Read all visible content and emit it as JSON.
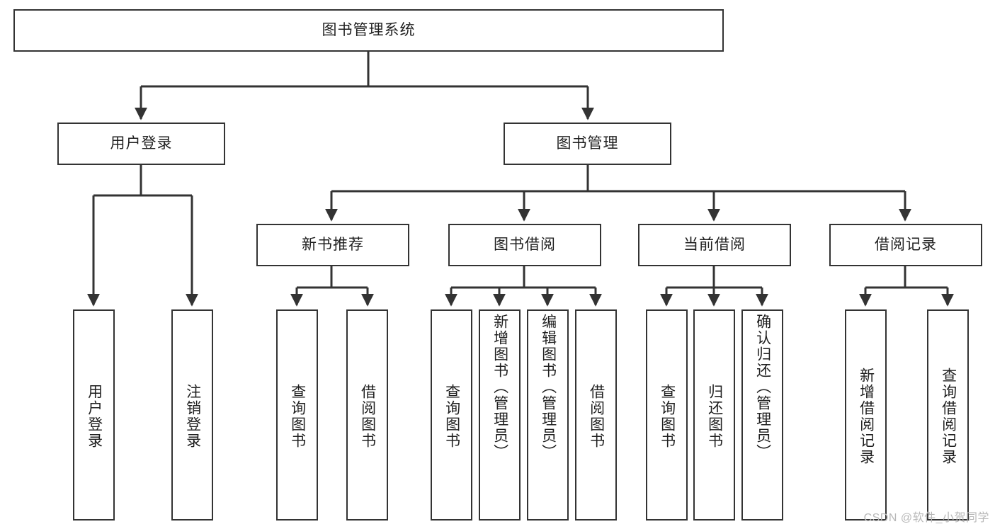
{
  "diagram": {
    "type": "tree-hierarchy",
    "title": "图书管理系统",
    "watermark": "CSDN @软件_小贺同学",
    "colors": {
      "box_border": "#333333",
      "box_fill": "#ffffff",
      "connector": "#333333",
      "text": "#1f1f1f",
      "watermark": "#b8b8b8"
    },
    "root": {
      "label": "图书管理系统"
    },
    "level1": [
      {
        "label": "用户登录"
      },
      {
        "label": "图书管理"
      }
    ],
    "level2": [
      {
        "label": "新书推荐"
      },
      {
        "label": "图书借阅"
      },
      {
        "label": "当前借阅"
      },
      {
        "label": "借阅记录"
      }
    ],
    "leaves": {
      "user_login": [
        {
          "label": "用户登录"
        },
        {
          "label": "注销登录"
        }
      ],
      "new_book_recommend": [
        {
          "label": "查询图书"
        },
        {
          "label": "借阅图书"
        }
      ],
      "book_borrow": [
        {
          "label": "查询图书"
        },
        {
          "label": "新增图书（管理员）"
        },
        {
          "label": "编辑图书（管理员）"
        },
        {
          "label": "借阅图书"
        }
      ],
      "current_borrow": [
        {
          "label": "查询图书"
        },
        {
          "label": "归还图书"
        },
        {
          "label": "确认归还（管理员）"
        }
      ],
      "borrow_record": [
        {
          "label": "新增借阅记录"
        },
        {
          "label": "查询借阅记录"
        }
      ]
    }
  }
}
